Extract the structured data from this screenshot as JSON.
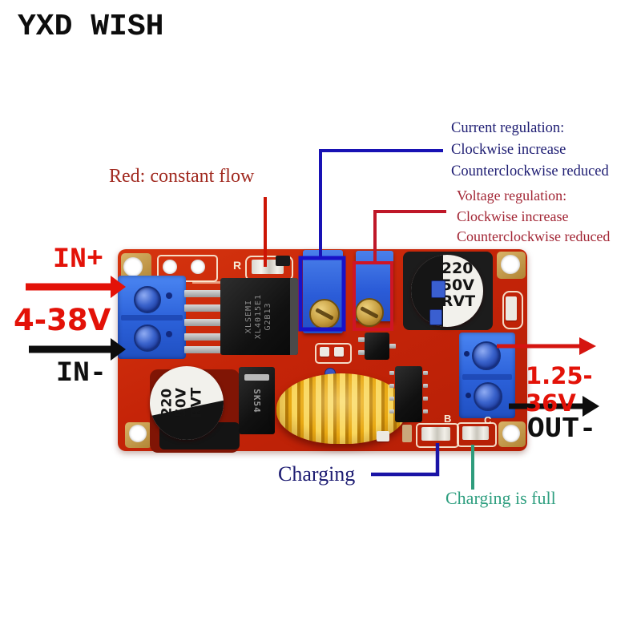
{
  "brand": {
    "name": "YXD WISH"
  },
  "labels": {
    "constant_flow": "Red: constant flow",
    "current_regulation": [
      "Current regulation:",
      "Clockwise increase",
      "Counterclockwise reduced"
    ],
    "voltage_regulation": [
      "Voltage regulation:",
      "Clockwise increase",
      "Counterclockwise reduced"
    ],
    "input_plus": "IN+",
    "input_range": "4-38V",
    "input_minus": "IN-",
    "output_range": "1.25-36V",
    "output_minus": "OUT-",
    "charging": "Charging",
    "charging_full": "Charging is full"
  },
  "board": {
    "silkscreen": {
      "r": "R",
      "b": "B",
      "c": "C"
    },
    "capacitor_top": {
      "line1": "220",
      "line2": "50V",
      "line3": "RVT"
    },
    "capacitor_bottom": {
      "line1": "220",
      "line2": "50V",
      "line3": "RVT"
    },
    "ic": {
      "line1": "XLSEMI",
      "line2": "XL4015E1",
      "line3": "G2B13"
    },
    "diode": "SK54"
  },
  "colors": {
    "pcb_red": "#c52408",
    "annotation_blue": "#1812b4",
    "annotation_red": "#bf1728",
    "label_navy": "#1d1c72",
    "label_dark_red": "#a22534",
    "label_green": "#2f9f80",
    "big_red": "#e31208",
    "terminal_blue": "#2b60d8"
  }
}
